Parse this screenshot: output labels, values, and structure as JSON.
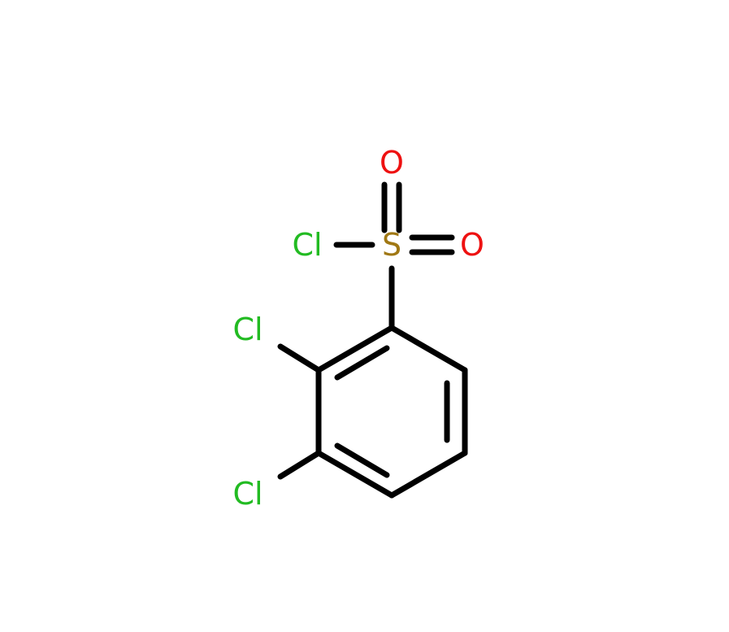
{
  "molecule": {
    "atoms": {
      "cl_sulfonyl": {
        "symbol": "Cl",
        "color": "#22bb22"
      },
      "sulfur": {
        "symbol": "S",
        "color": "#a07814"
      },
      "oxygen_top": {
        "symbol": "O",
        "color": "#ee1111"
      },
      "oxygen_right": {
        "symbol": "O",
        "color": "#ee1111"
      },
      "cl_ring_2": {
        "symbol": "Cl",
        "color": "#22bb22"
      },
      "cl_ring_3": {
        "symbol": "Cl",
        "color": "#22bb22"
      }
    },
    "bond_color": "#000000"
  }
}
